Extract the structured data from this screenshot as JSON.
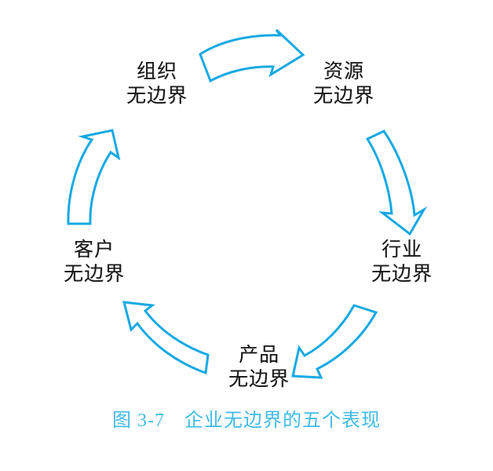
{
  "figure": {
    "caption": "图 3-7　企业无边界的五个表现",
    "caption_color": "#3fbbe6",
    "arrow_color": "#17a9e3",
    "label_color": "#1a1a1a",
    "background": "#ffffff",
    "diagram_type": "cycle",
    "node_count": 5
  },
  "nodes": {
    "organization": {
      "line1": "组织",
      "line2": "无边界"
    },
    "resource": {
      "line1": "资源",
      "line2": "无边界"
    },
    "industry": {
      "line1": "行业",
      "line2": "无边界"
    },
    "product": {
      "line1": "产品",
      "line2": "无边界"
    },
    "customer": {
      "line1": "客户",
      "line2": "无边界"
    }
  },
  "arrows": [
    {
      "name": "organization-to-resource",
      "from": "organization",
      "to": "resource",
      "direction": "right"
    },
    {
      "name": "resource-to-industry",
      "from": "resource",
      "to": "industry",
      "direction": "down"
    },
    {
      "name": "industry-to-product",
      "from": "industry",
      "to": "product",
      "direction": "down-left"
    },
    {
      "name": "product-to-customer",
      "from": "product",
      "to": "customer",
      "direction": "up-left"
    },
    {
      "name": "customer-to-organization",
      "from": "customer",
      "to": "organization",
      "direction": "up"
    }
  ]
}
